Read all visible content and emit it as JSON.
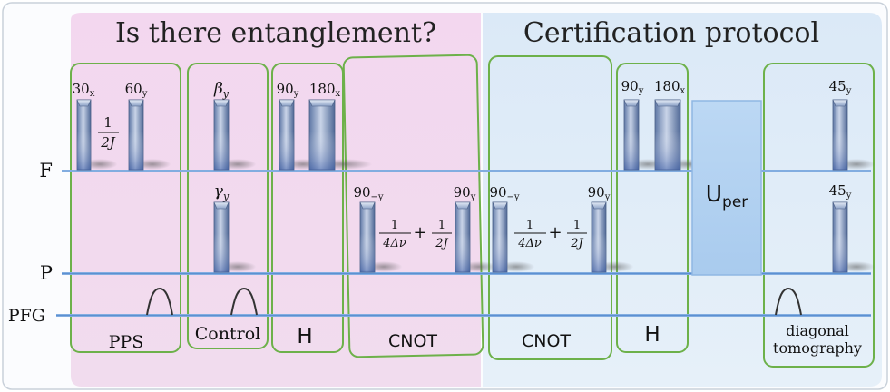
{
  "sections": {
    "left_title": "Is there entanglement?",
    "right_title": "Certification protocol"
  },
  "channels": {
    "f": "F",
    "p": "P",
    "pfg": "PFG"
  },
  "blocks": {
    "pps": "PPS",
    "control": "Control",
    "h_left": "H",
    "cnot_left": "CNOT",
    "cnot_right": "CNOT",
    "h_right": "H",
    "diag_line1": "diagonal",
    "diag_line2": "tomography"
  },
  "uper": {
    "main": "U",
    "sub": "per"
  },
  "pulses": {
    "pps_f1": {
      "value": "30",
      "sub": "x"
    },
    "pps_f2": {
      "value": "60",
      "sub": "y"
    },
    "pps_delay": {
      "num": "1",
      "den": "2J"
    },
    "ctrl_f": {
      "value": "β",
      "sub": "y"
    },
    "ctrl_p": {
      "value": "γ",
      "sub": "y"
    },
    "h1_a": {
      "value": "90",
      "sub": "y"
    },
    "h1_b": {
      "value": "180",
      "sub": "x"
    },
    "cnot1_a": {
      "value": "90",
      "sub": "−y"
    },
    "cnot1_b": {
      "value": "90",
      "sub": "y"
    },
    "cnot2_a": {
      "value": "90",
      "sub": "−y"
    },
    "cnot2_b": {
      "value": "90",
      "sub": "y"
    },
    "h2_a": {
      "value": "90",
      "sub": "y"
    },
    "h2_b": {
      "value": "180",
      "sub": "x"
    },
    "tomo_f": {
      "value": "45",
      "sub": "y"
    },
    "tomo_p": {
      "value": "45",
      "sub": "y"
    }
  },
  "cnot_delay": {
    "frac1_num": "1",
    "frac1_den": "4Δν",
    "plus": "+",
    "frac2_num": "1",
    "frac2_den": "2J"
  },
  "colors": {
    "left_bg": "#f2dcef",
    "right_bg": "#dfecf7",
    "block_border": "#6db14a",
    "channel_line": "#5d8fcf",
    "uper_fill": "#b6d4f2"
  }
}
